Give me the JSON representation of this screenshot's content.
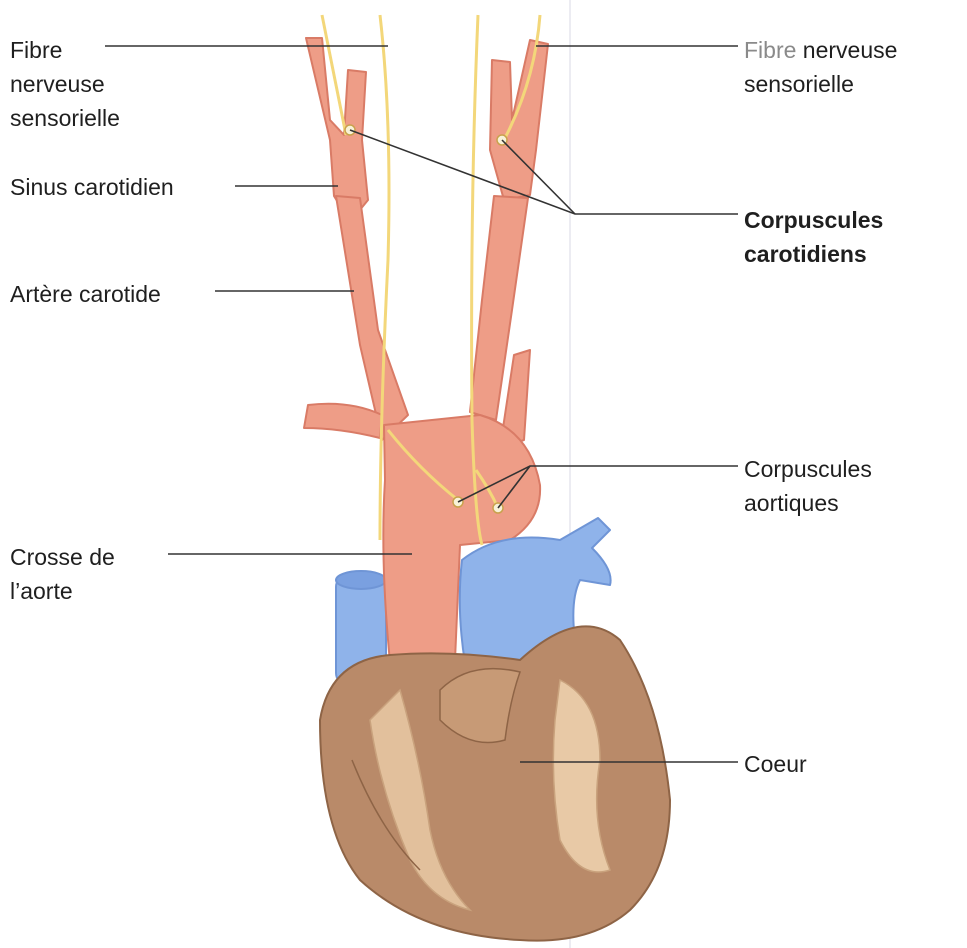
{
  "labels": {
    "fibre_left": [
      "Fibre",
      "nerveuse",
      "sensorielle"
    ],
    "sinus": "Sinus carotidien",
    "artere": "Artère carotide",
    "crosse": [
      "Crosse de",
      "l’aorte"
    ],
    "fibre_right": {
      "word1": "Fibre",
      "word2": " nerveuse",
      "line2": "sensorielle"
    },
    "corpuscules_carotidiens": [
      "Corpuscules",
      "carotidiens"
    ],
    "corpuscules_aortiques": [
      "Corpuscules",
      "aortiques"
    ],
    "coeur": "Coeur"
  },
  "colors": {
    "artery": "#ee9d87",
    "artery_dark": "#d97b66",
    "vein": "#8fb3ea",
    "vein_dark": "#6f95d6",
    "heart": "#b98a69",
    "heart_dark": "#8e6446",
    "heart_fat": "#e8c9a6",
    "nerve": "#f3d77a",
    "leader_line": "#333333"
  }
}
